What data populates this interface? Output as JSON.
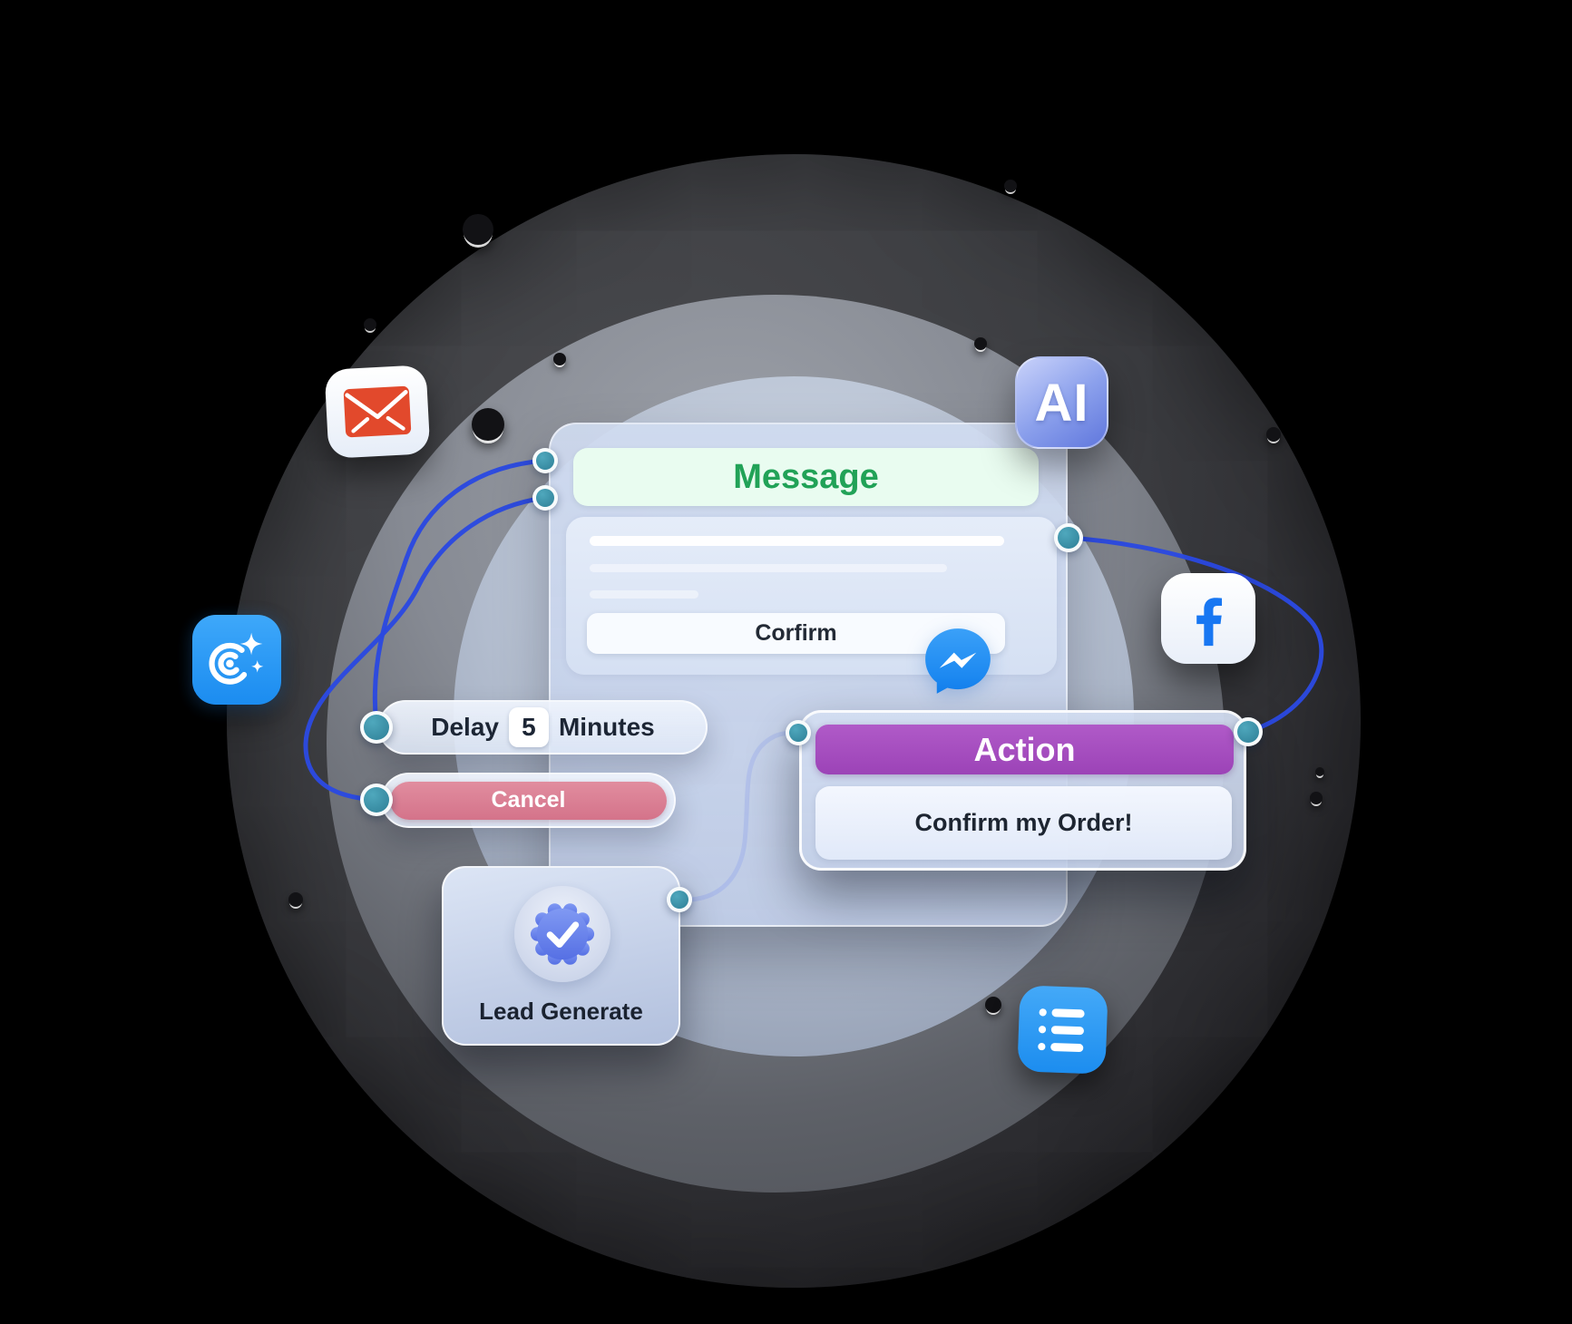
{
  "palette": {
    "background": "#000000",
    "wire_blue": "#2b49e0",
    "teal_dot": "#2e7f96",
    "message_title_green": "#21a257",
    "message_header_bg": "#e9fcf0",
    "action_purple": "#9c43b7",
    "cancel_pink": "#d4738a",
    "node_text_dark": "#1c2534",
    "app_icon_blue": "#2e9df7",
    "facebook_blue": "#1877f2",
    "messenger_blue": "#2196f3",
    "envelope_red": "#e2492c"
  },
  "message_node": {
    "title": "Message",
    "confirm_button": "Corfirm"
  },
  "delay_node": {
    "prefix": "Delay",
    "value": "5",
    "suffix": "Minutes"
  },
  "cancel_node": {
    "label": "Cancel"
  },
  "action_node": {
    "title": "Action",
    "button": "Confirm my Order!"
  },
  "lead_node": {
    "label": "Lead Generate"
  },
  "ai_badge": {
    "label": "AI"
  },
  "icons": {
    "email": "email-envelope-icon",
    "target": "target-sparkles-icon",
    "ai": "ai-badge-icon",
    "facebook": "facebook-f-icon",
    "messenger": "messenger-bubble-icon",
    "list": "list-bullets-icon",
    "lead_badge": "verified-check-seal-icon"
  }
}
